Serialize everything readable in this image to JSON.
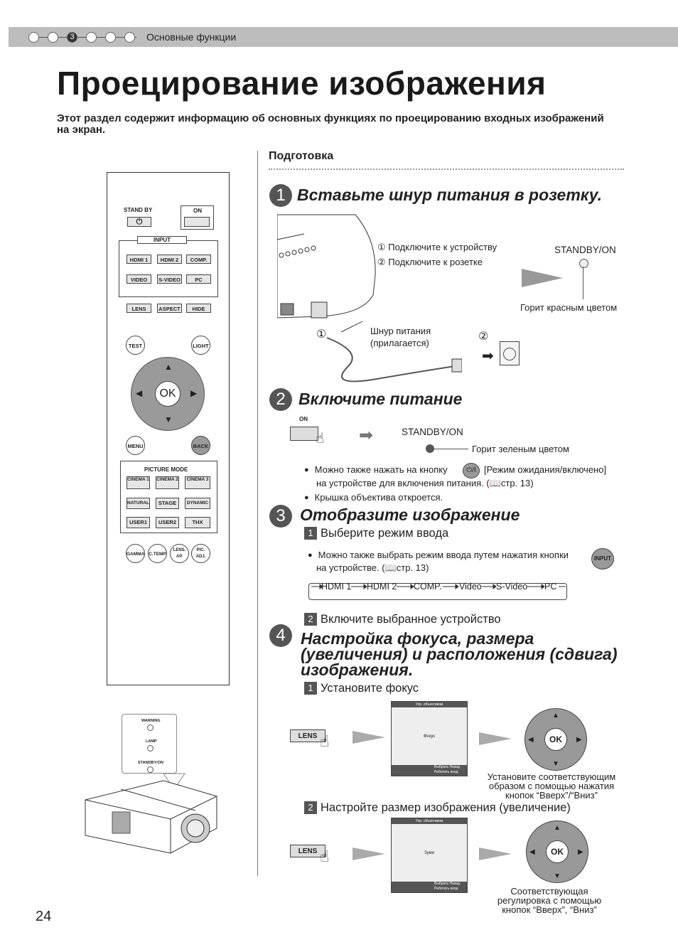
{
  "header": {
    "section_number": "3",
    "section_label": "Основные функции"
  },
  "title": "Проецирование изображения",
  "intro": "Этот раздел содержит информацию об основных функциях по проецированию входных изображений на экран.",
  "preparation": "Подготовка",
  "step1": {
    "number": "1",
    "title": "Вставьте шнур питания в розетку.",
    "item1": "Подключите к устройству",
    "item2": "Подключите к розетке",
    "standby_label": "STANDBY/ON",
    "lit_red": "Горит красным цветом",
    "cord_label": "Шнур питания (прилагается)",
    "marker1": "①",
    "marker2": "②"
  },
  "step2": {
    "number": "2",
    "title": "Включите питание",
    "on_label": "ON",
    "standby_label": "STANDBY/ON",
    "lit_green": "Горит зеленым цветом",
    "bullet1a": "Можно также нажать на кнопку",
    "bullet1b": "[Режим ожидания/включено]",
    "bullet1c": "на устройстве для включения питания. (",
    "bullet1d": "стр. 13)",
    "bullet2": "Крышка объектива откроется."
  },
  "step3": {
    "number": "3",
    "title": "Отобразите изображение",
    "sub1_num": "1",
    "sub1": "Выберите режим ввода",
    "bullet1a": "Можно также выбрать режим ввода путем нажатия кнопки",
    "bullet1b": "на устройстве. (",
    "bullet1c": "стр. 13)",
    "input_badge": "INPUT",
    "flow": [
      "HDMI 1",
      "HDMI 2",
      "COMP.",
      "Video",
      "S-Video",
      "PC"
    ],
    "sub2_num": "2",
    "sub2": "Включите выбранное устройство"
  },
  "step4": {
    "number": "4",
    "title": "Настройка фокуса, размера (увеличения) и расположения (сдвига) изображения.",
    "sub1_num": "1",
    "sub1": "Установите фокус",
    "sub1_note": "Установите соответствующим образом с помощью нажатия кнопок “Вверх”/“Вниз”",
    "sub2_num": "2",
    "sub2": "Настройте размер изображения (увеличение)",
    "sub2_note": "Соответствующая регулировка с помощью кнопок “Вверх”, “Вниз”",
    "lens_btn": "LENS",
    "screen_header": "Упр. объективом",
    "screen_focus": "Фокус",
    "screen_zoom": "Зуми",
    "screen_select": "Выбрать",
    "screen_work": "Работать",
    "screen_back": "Назад",
    "screen_exit": "вход",
    "ok": "OK"
  },
  "remote": {
    "standby": "STAND BY",
    "on": "ON",
    "input": "INPUT",
    "hdmi1": "HDMI 1",
    "hdmi2": "HDMI 2",
    "comp": "COMP.",
    "video": "VIDEO",
    "svideo": "S-VIDEO",
    "pc": "PC",
    "lens": "LENS",
    "aspect": "ASPECT",
    "hide": "HIDE",
    "test": "TEST",
    "light": "LIGHT",
    "ok": "OK",
    "menu": "MENU",
    "back": "BACK",
    "picture_mode": "PICTURE MODE",
    "cinema1": "CINEMA 1",
    "cinema2": "CINEMA 2",
    "cinema3": "CINEMA 3",
    "natural": "NATURAL",
    "stage": "STAGE",
    "dynamic": "DYNAMIC",
    "user1": "USER1",
    "user2": "USER2",
    "thx": "THX",
    "gamma": "GAMMA",
    "ctemp": "C.TEMP",
    "lensap": "LENS. AP.",
    "picadj": "PIC. ADJ."
  },
  "projector_panel": {
    "warning": "WARNING",
    "lamp": "LAMP",
    "standby": "STANDBY/ON"
  },
  "page_number": "24"
}
